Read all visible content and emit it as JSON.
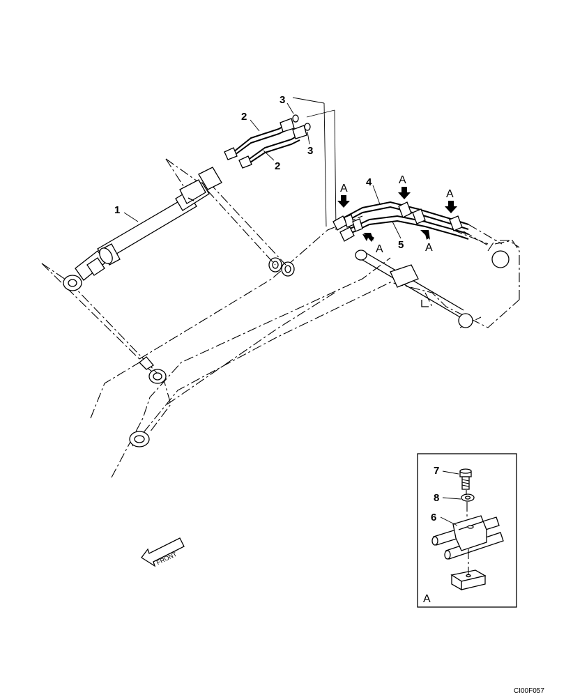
{
  "callouts": {
    "c1": "1",
    "c2a": "2",
    "c2b": "2",
    "c3a": "3",
    "c3b": "3",
    "c4": "4",
    "c5": "5",
    "c6": "6",
    "c7": "7",
    "c8": "8"
  },
  "view_labels": {
    "a1": "A",
    "a2": "A",
    "a3": "A",
    "a4": "A",
    "a5": "A",
    "detail": "A"
  },
  "front_label": "FRONT",
  "figure_code": "CI00F057"
}
